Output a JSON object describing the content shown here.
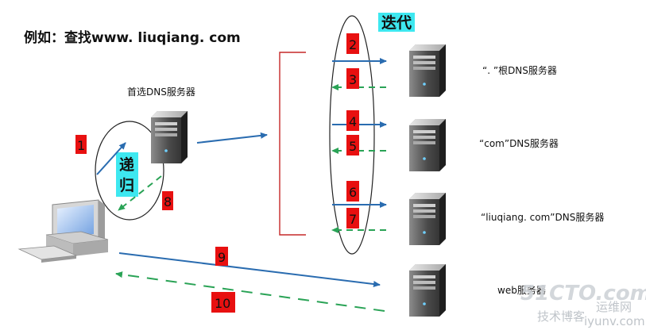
{
  "title": "例如：查找www. liuqiang. com",
  "iteration_label": "迭代",
  "recursion_label_1": "递",
  "recursion_label_2": "归",
  "preferred_dns_label": "首选DNS服务器",
  "servers": {
    "root": "“. ”根DNS服务器",
    "com": "“com”DNS服务器",
    "liuqiang": "“liuqiang. com”DNS服务器",
    "web": "web服务器"
  },
  "step_numbers": [
    "1",
    "2",
    "3",
    "4",
    "5",
    "6",
    "7",
    "8",
    "9",
    "10"
  ],
  "watermark": {
    "brand": "51CTO.com",
    "sub1": "技术博客",
    "sub2": "运维网",
    "site": "iyunv.com"
  },
  "colors": {
    "arrow_blue": "#2a6cb0",
    "arrow_green": "#2aa356",
    "step_box": "#e81010",
    "highlight": "#3ee8f0",
    "bracket": "#c62828"
  }
}
